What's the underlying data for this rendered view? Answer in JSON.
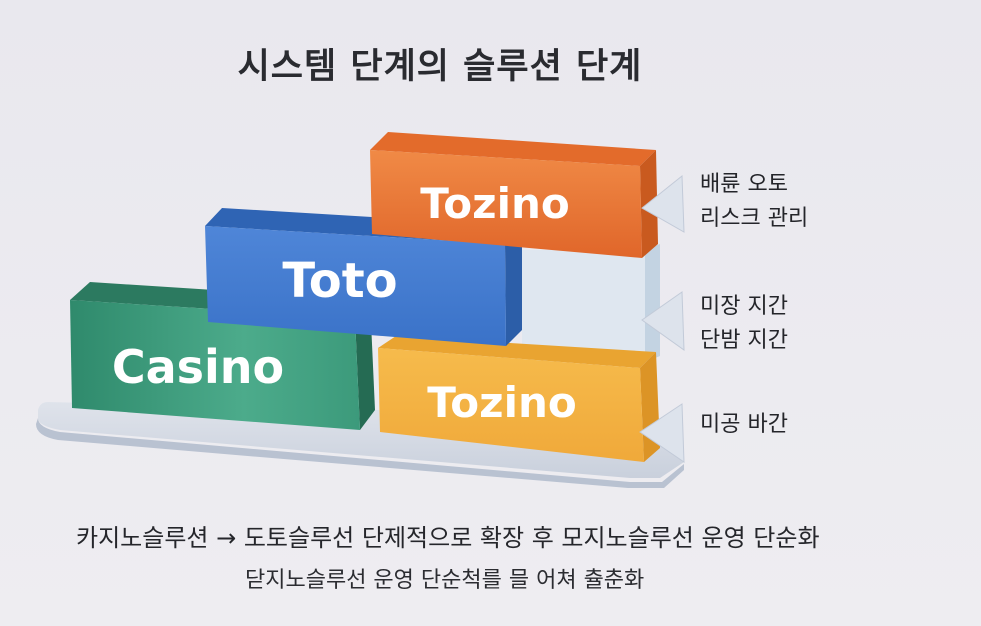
{
  "title": "시스템 단계의 슬루션 단계",
  "blocks": [
    {
      "id": "top-tozino",
      "label": "Tozino",
      "color": "#e8722e",
      "dark": "#c95a1f",
      "light": "#f08a46"
    },
    {
      "id": "toto",
      "label": "Toto",
      "color": "#3f79cf",
      "dark": "#2c5ea8",
      "light": "#5a8fde"
    },
    {
      "id": "casino",
      "label": "Casino",
      "color": "#3a9a7c",
      "dark": "#2a7560",
      "light": "#4aae8e"
    },
    {
      "id": "bottom-tozino",
      "label": "Tozino",
      "color": "#f3b23f",
      "dark": "#dc9426",
      "light": "#f7c25a"
    }
  ],
  "placeholder_block": {
    "color": "#dde6ef",
    "side": "#c3d3e2"
  },
  "platform": {
    "color": "#d9dee8",
    "edge": "#b7c0d0"
  },
  "labels": [
    {
      "lines": [
        "배륜 오토",
        "리스크 관리"
      ]
    },
    {
      "lines": [
        "미장 지간",
        "단밤 지간"
      ]
    },
    {
      "lines": [
        "미공 바간"
      ]
    }
  ],
  "footer": {
    "line1": "카지노슬루션 → 도토슬루선 단제적으로 확장 후 모지노슬루선 운영 단순화",
    "line2": "닫지노슬루선 운영 단순척를 믈 어쳐 츌춘화"
  }
}
